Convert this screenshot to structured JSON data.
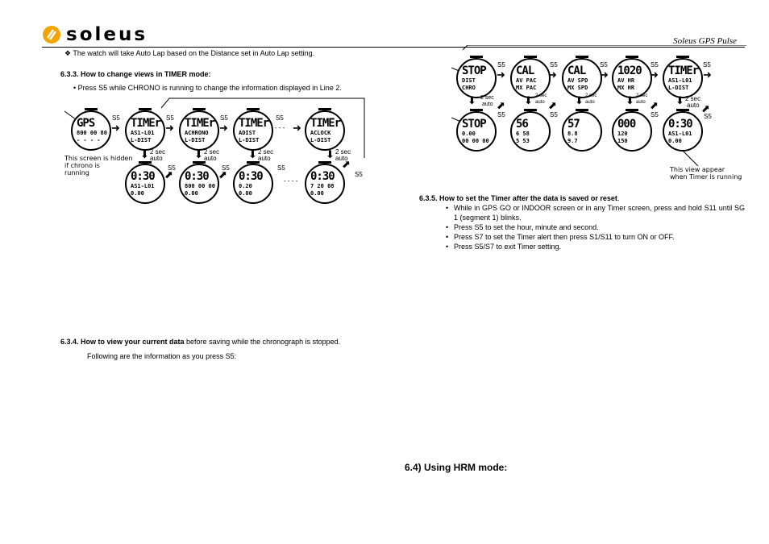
{
  "header": {
    "logo_text": "soleus",
    "brand": "Soleus GPS Pulse"
  },
  "left": {
    "intro": "The watch will take Auto Lap based on the Distance set in Auto Lap setting.",
    "s633_heading": "6.3.3.  How to change views in TIMER mode:",
    "s633_bullet": "Press S5 while CHRONO is running to change the information displayed in Line 2.",
    "hidden_note": [
      "This screen is hidden",
      "if chrono is",
      "running"
    ],
    "s634_heading_bold": "6.3.4.  How to view your current data",
    "s634_heading_rest": " before saving while the chronograph is stopped.",
    "s634_text": "Following are the information as you press S5:"
  },
  "diagram": {
    "s5": "S5",
    "two_sec": "2 sec",
    "auto": "auto",
    "dashes": "- - - -",
    "timer_top": [
      {
        "l1": "GPS",
        "l2": "800 00 80",
        "l3": "- - - -"
      },
      {
        "l1": "TIMEr",
        "l2": "AS1-L01",
        "l3": "L-DIST"
      },
      {
        "l1": "TIMEr",
        "l2": "ACHRONO",
        "l3": "L-DIST"
      },
      {
        "l1": "TIMEr",
        "l2": "ADIST",
        "l3": "L-DIST"
      },
      {
        "l1": "TIMEr",
        "l2": "ACLOCK",
        "l3": "L-DIST"
      }
    ],
    "timer_bottom": [
      {
        "l1": "0:30",
        "l2": "AS1-L01",
        "l3": "0.00"
      },
      {
        "l1": "0:30",
        "l2": "800 00 00",
        "l3": "0.00"
      },
      {
        "l1": "0:30",
        "l2": "0.20",
        "l3": "0.00"
      },
      {
        "l1": "0:30",
        "l2": "7 20 08",
        "l3": "0.00"
      }
    ],
    "stop_top": [
      {
        "l1": "STOP",
        "l2": "DIST",
        "l3": "CHRO"
      },
      {
        "l1": "CAL",
        "l2": "AV PAC",
        "l3": "MX PAC"
      },
      {
        "l1": "CAL",
        "l2": "AV SPD",
        "l3": "MX SPD"
      },
      {
        "l1": "1020",
        "l2": "AV HR",
        "l3": "MX HR"
      },
      {
        "l1": "TIMEr",
        "l2": "AS1-L01",
        "l3": "L-DIST"
      }
    ],
    "stop_bottom": [
      {
        "l1": "STOP",
        "l2": "0.00",
        "l3": "00 00 00"
      },
      {
        "l1": "56",
        "l2": "6 58",
        "l3": "5 53"
      },
      {
        "l1": "57",
        "l2": "8.8",
        "l3": "9.7"
      },
      {
        "l1": "000",
        "l2": "120",
        "l3": "150"
      },
      {
        "l1": "0:30",
        "l2": "AS1-L01",
        "l3": "0.00"
      }
    ],
    "timer_note": [
      "This view appear",
      "when Timer is running"
    ]
  },
  "right": {
    "s635_heading_bold": "6.3.5.  How to set the Timer after the data is saved or reset",
    "s635_heading_end": ".",
    "bullets": [
      "While in GPS GO or INDOOR screen or in any Timer screen, press and hold S11 until SG 1 (segment 1) blinks.",
      "Press S5 to set the hour, minute and second.",
      "Press S7 to set the Timer alert then press S1/S11 to turn ON or OFF.",
      "Press S5/S7 to exit Timer setting."
    ],
    "s64_heading": "6.4)  Using HRM mode:"
  }
}
